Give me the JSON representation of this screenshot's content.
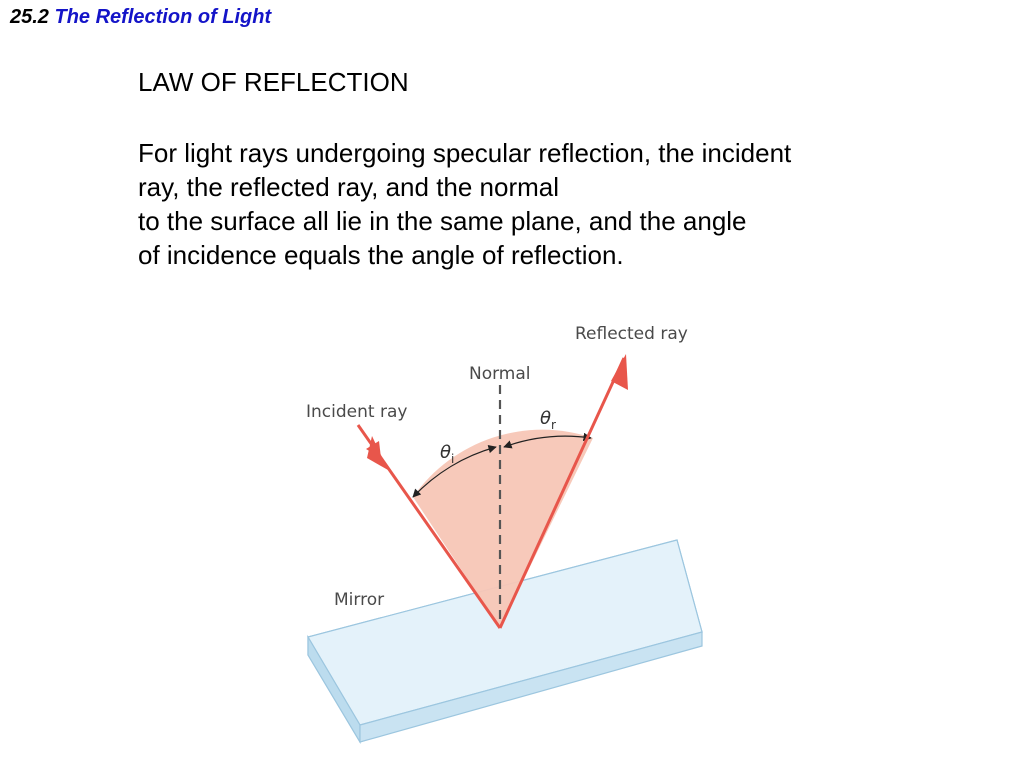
{
  "header": {
    "section_number": "25.2",
    "section_title": "The Reflection of Light"
  },
  "heading": "LAW OF REFLECTION",
  "body": {
    "lines": [
      "For light rays undergoing specular reflection, the incident",
      "ray, the reflected ray, and the normal",
      "to the surface all lie in the same plane, and the angle",
      "of incidence equals the angle of reflection."
    ]
  },
  "diagram": {
    "labels": {
      "reflected_ray": "Reflected ray",
      "normal": "Normal",
      "incident_ray": "Incident ray",
      "theta_i": "θ",
      "theta_i_sub": "i",
      "theta_r": "θ",
      "theta_r_sub": "r",
      "mirror": "Mirror"
    },
    "colors": {
      "ray": "#e8564b",
      "wedge": "#f6c4b4",
      "mirror_top": "#e2f1f9",
      "mirror_edge": "#a8cfe4",
      "label": "#4a4a4a"
    }
  }
}
